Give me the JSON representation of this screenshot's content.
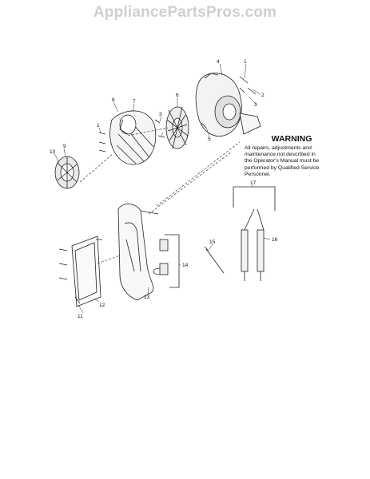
{
  "header": {
    "watermark": "AppliancePartsPros.com"
  },
  "warning": {
    "title": "WARNING",
    "lines": [
      "All repairs, adjustments and",
      "maintenance not described in",
      "the Operator's Manual must be",
      "performed by Qualified Service",
      "Personnel."
    ]
  },
  "callouts": {
    "c1": "1",
    "c1b": "1",
    "c2": "2",
    "c3": "3",
    "c3b": "3",
    "c4": "4",
    "c5": "5",
    "c6": "6",
    "c7": "7",
    "c8": "8",
    "c9": "9",
    "c10": "10",
    "c11": "11",
    "c12": "12",
    "c13": "13",
    "c14": "14",
    "c15": "15",
    "c16": "16",
    "c17": "17"
  }
}
